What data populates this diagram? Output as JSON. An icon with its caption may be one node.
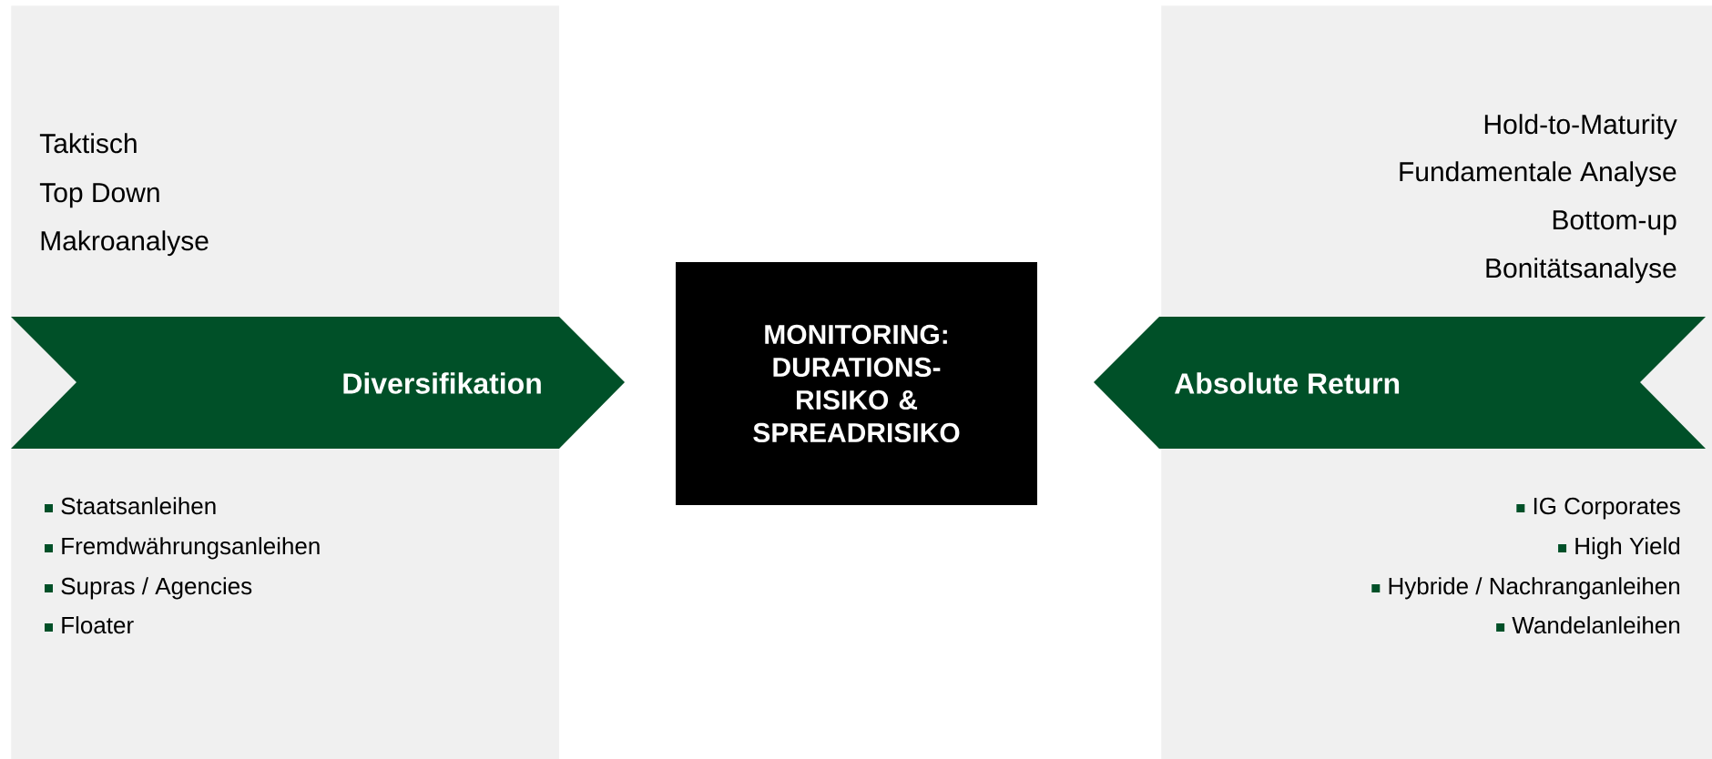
{
  "diagram": {
    "nodes": [
      {
        "text": [
          "Taktisch",
          "Top Down",
          "Makroanalyse",
          "Staatsanleihen",
          "Fremdwährungsanleihen",
          "Supras / Agencies",
          "Floater"
        ]
      },
      {
        "text": [
          "Diversifikation"
        ]
      },
      {
        "text": [
          "MONITORING: DURATIONS-RISIKO & SPREADRISIKO"
        ]
      },
      {
        "text": [
          "Hold-to-Maturity",
          "Fundamentale Analyse",
          "Bottom-up",
          "Bonitätsanalyse",
          "IG Corporates",
          "High Yield",
          "Hybride / Nachranganleihen",
          "Wandelanleihen"
        ]
      },
      {
        "text": [
          "Absolute Return"
        ]
      }
    ]
  }
}
